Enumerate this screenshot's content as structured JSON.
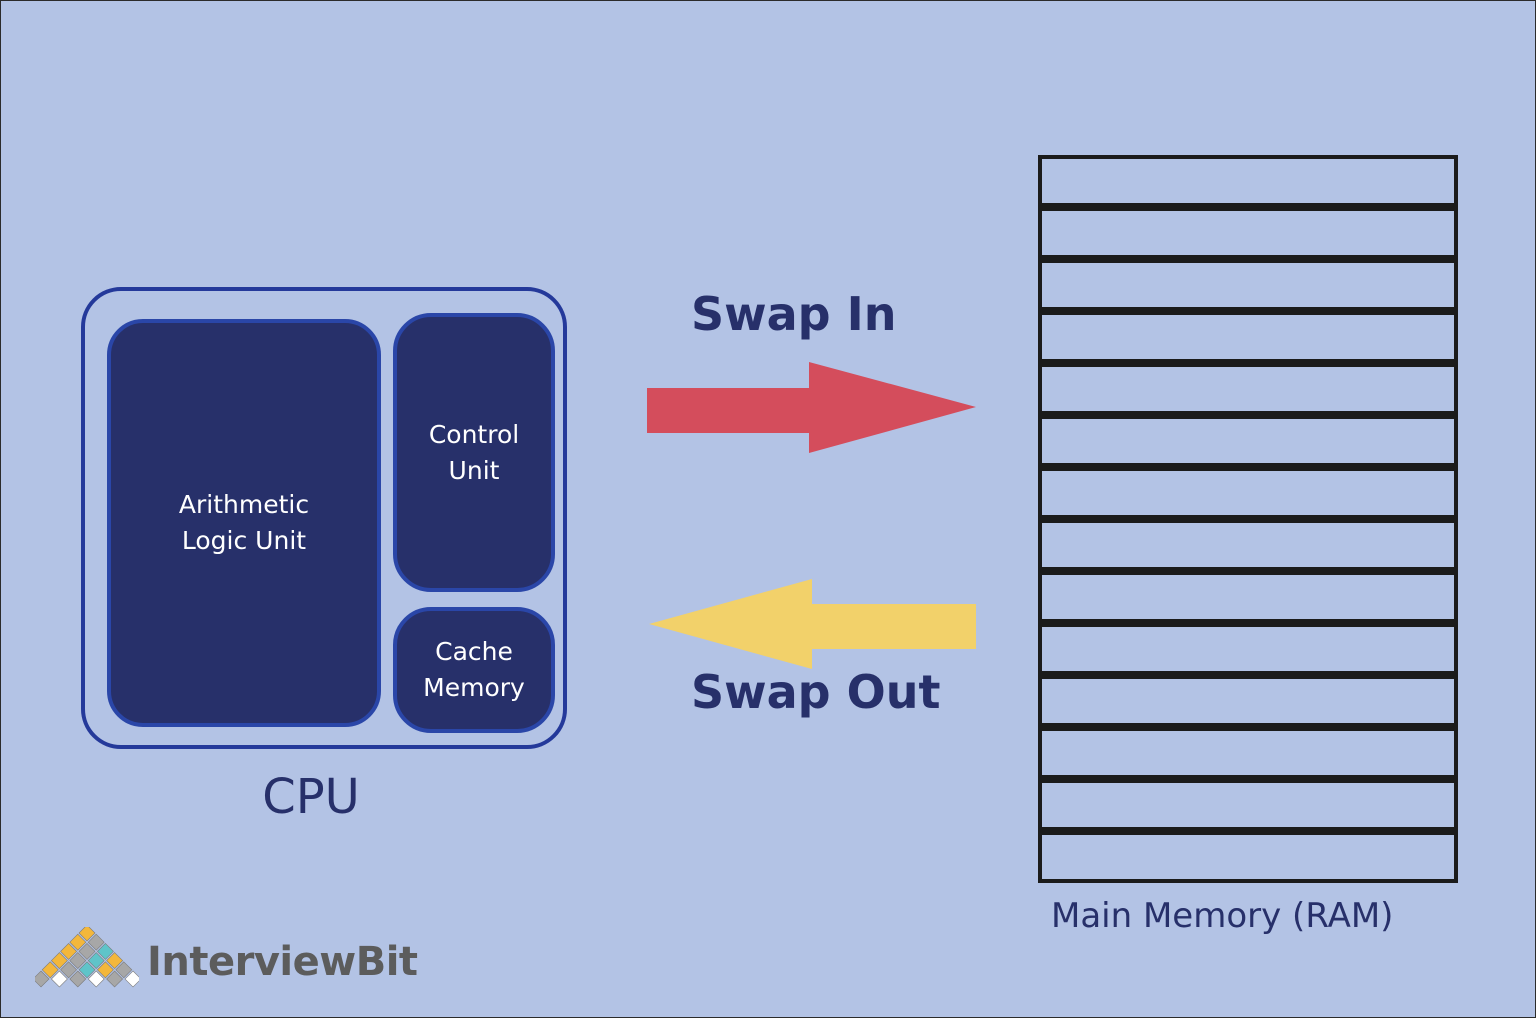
{
  "cpu": {
    "label": "CPU",
    "alu_label": "Arithmetic\nLogic Unit",
    "control_unit_label": "Control\nUnit",
    "cache_label": "Cache\nMemory"
  },
  "swap": {
    "in_label": "Swap In",
    "out_label": "Swap Out",
    "in_color": "#d44d5c",
    "out_color": "#f2d16a"
  },
  "ram": {
    "label": "Main Memory (RAM)",
    "row_count": 14
  },
  "brand": {
    "name": "InterviewBit"
  }
}
